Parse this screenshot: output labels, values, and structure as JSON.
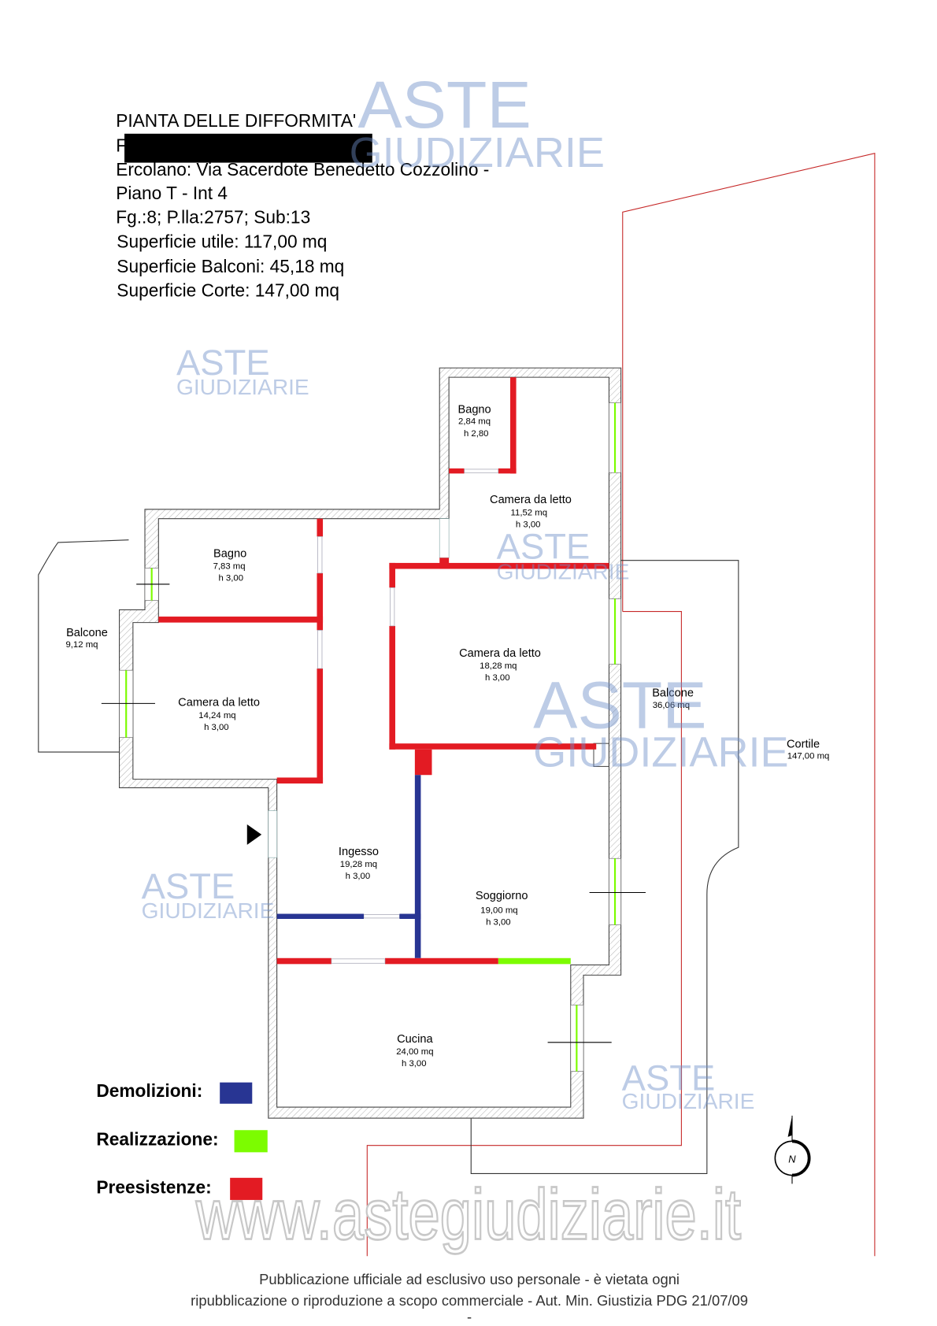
{
  "header": {
    "title": "PIANTA DELLE DIFFORMITA'",
    "owner_initial": "F",
    "address": "Ercolano: Via Sacerdote Benedetto Cozzolino -",
    "floor": "Piano T - Int 4",
    "cadastral": "Fg.:8; P.lla:2757; Sub:13",
    "surface_useful": "Superficie utile: 117,00 mq",
    "surface_balconies": "Superficie Balconi: 45,18 mq",
    "surface_court": "Superficie Corte: 147,00 mq"
  },
  "rooms": [
    {
      "name": "Bagno",
      "area": "2,84 mq",
      "height": "h 2,80"
    },
    {
      "name": "Camera da letto",
      "area": "11,52 mq",
      "height": "h 3,00"
    },
    {
      "name": "Bagno",
      "area": "7,83 mq",
      "height": "h 3,00"
    },
    {
      "name": "Balcone",
      "area": "9,12 mq"
    },
    {
      "name": "Camera da letto",
      "area": "18,28 mq",
      "height": "h 3,00"
    },
    {
      "name": "Camera da letto",
      "area": "14,24 mq",
      "height": "h 3,00"
    },
    {
      "name": "Balcone",
      "area": "36,06 mq"
    },
    {
      "name": "Cortile",
      "area": "147,00 mq"
    },
    {
      "name": "Ingesso",
      "area": "19,28 mq",
      "height": "h 3,00"
    },
    {
      "name": "Soggiorno",
      "area": "19,00 mq",
      "height": "h 3,00"
    },
    {
      "name": "Cucina",
      "area": "24,00 mq",
      "height": "h 3,00"
    }
  ],
  "legend": [
    {
      "label": "Demolizioni:",
      "color": "#283593"
    },
    {
      "label": "Realizzazione:",
      "color": "#7cfc00"
    },
    {
      "label": "Preesistenze:",
      "color": "#e31b23"
    }
  ],
  "compass_label": "N",
  "watermark": {
    "line1": "ASTE",
    "line2": "GIUDIZIARIE",
    "site": "www.astegiudiziarie.it"
  },
  "footer": {
    "line1": "Pubblicazione ufficiale ad esclusivo uso personale - è vietata ogni",
    "line2": "ripubblicazione o riproduzione a scopo commerciale - Aut. Min. Giustizia PDG 21/07/09",
    "line3": "-"
  }
}
